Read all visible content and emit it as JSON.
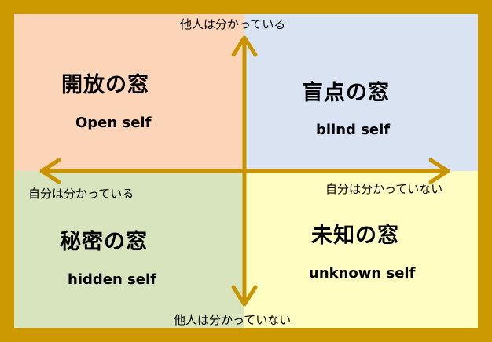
{
  "quadrants": {
    "open": {
      "title": "開放の窓",
      "subtitle": "Open self",
      "color": "#fcd5b8"
    },
    "blind": {
      "title": "盲点の窓",
      "subtitle": "blind self",
      "color": "#dae3f1"
    },
    "hidden": {
      "title": "秘密の窓",
      "subtitle": "hidden self",
      "color": "#d7e4bd"
    },
    "unknown": {
      "title": "未知の窓",
      "subtitle": "unknown self",
      "color": "#fffdc2"
    }
  },
  "axes": {
    "top": "他人は分かっている",
    "bottom": "他人は分かっていない",
    "left": "自分は分かっている",
    "right": "自分は分かっていない",
    "arrow_color": "#c99400"
  },
  "frame_color": "#cc9a00"
}
